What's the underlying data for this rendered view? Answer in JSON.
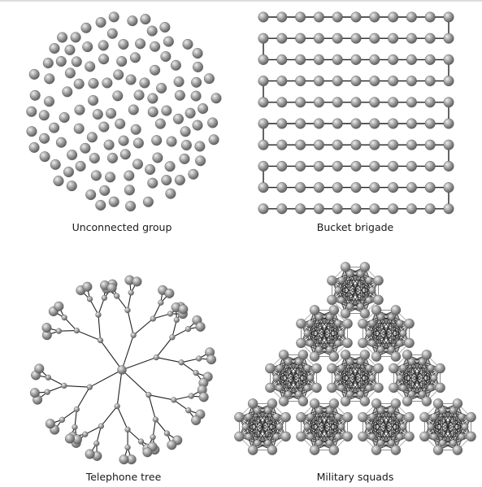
{
  "panels": {
    "unconnected": {
      "caption": "Unconnected group"
    },
    "bucket": {
      "caption": "Bucket brigade"
    },
    "telephone": {
      "caption": "Telephone tree"
    },
    "military": {
      "caption": "Military squads"
    }
  },
  "colors": {
    "node_light": "#eeeeee",
    "node_mid": "#9a9a9a",
    "node_dark": "#5c5c5c",
    "link": "#222222"
  }
}
